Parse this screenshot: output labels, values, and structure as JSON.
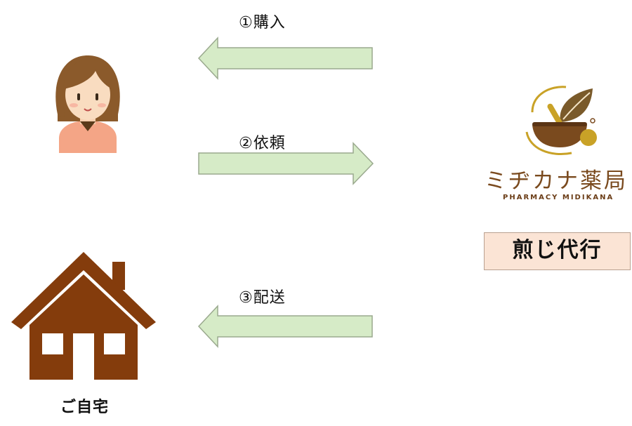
{
  "steps": [
    {
      "label": "①購入",
      "direction": "left"
    },
    {
      "label": "②依頼",
      "direction": "right"
    },
    {
      "label": "③配送",
      "direction": "left"
    }
  ],
  "pharmacy": {
    "name_jp": "ミヂカナ薬局",
    "name_en": "PHARMACY MIDIKANA",
    "service": "煎じ代行"
  },
  "home": {
    "label": "ご自宅"
  },
  "colors": {
    "arrow_fill": "#d6ebc7",
    "arrow_stroke": "#9aa98e",
    "house": "#843c0c",
    "service_bg": "#fbe4d5",
    "logo_brown": "#7a4a1e",
    "logo_gold": "#c9a227"
  },
  "icons": [
    "customer-avatar-icon",
    "house-icon",
    "pharmacy-logo-icon"
  ]
}
